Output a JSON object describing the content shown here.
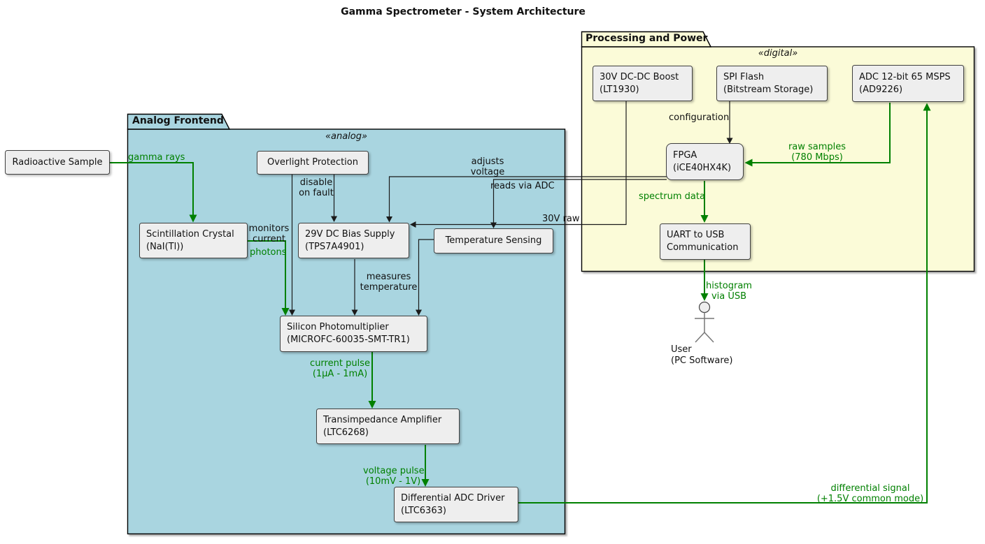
{
  "title": "Gamma Spectrometer - System Architecture",
  "colors": {
    "edge_green": "#008000",
    "edge_black": "#1a1a1a",
    "analog_fill": "#A9D5E0",
    "digital_fill": "#FBFBD8",
    "node_fill": "#EEEEEE"
  },
  "packages": {
    "analog": {
      "name": "Analog Frontend",
      "stereotype": "«analog»"
    },
    "digital": {
      "name": "Processing and Power",
      "stereotype": "«digital»"
    }
  },
  "nodes": {
    "radioactive_sample": {
      "lines": [
        "Radioactive Sample"
      ]
    },
    "overlight_protection": {
      "lines": [
        "Overlight Protection"
      ]
    },
    "scintillation_crystal": {
      "lines": [
        "Scintillation Crystal",
        "(NaI(Tl))"
      ]
    },
    "bias_supply": {
      "lines": [
        "29V DC Bias Supply",
        "(TPS7A4901)"
      ]
    },
    "temperature_sensing": {
      "lines": [
        "Temperature Sensing"
      ]
    },
    "sipm": {
      "lines": [
        "Silicon Photomultiplier",
        "(MICROFC-60035-SMT-TR1)"
      ]
    },
    "transimpedance_amplifier": {
      "lines": [
        "Transimpedance Amplifier",
        "(LTC6268)"
      ]
    },
    "adc_driver": {
      "lines": [
        "Differential ADC Driver",
        "(LTC6363)"
      ]
    },
    "dcdc_boost": {
      "lines": [
        "30V DC-DC Boost",
        "(LT1930)"
      ]
    },
    "spi_flash": {
      "lines": [
        "SPI Flash",
        "(Bitstream Storage)"
      ]
    },
    "adc": {
      "lines": [
        "ADC 12-bit 65 MSPS",
        "(AD9226)"
      ]
    },
    "fpga": {
      "lines": [
        "FPGA",
        "(iCE40HX4K)"
      ]
    },
    "uart": {
      "lines": [
        "UART to USB",
        "Communication"
      ]
    }
  },
  "actor": {
    "lines": [
      "User",
      "(PC Software)"
    ]
  },
  "edge_labels": {
    "gamma_rays": [
      "gamma rays"
    ],
    "photons": [
      "photons"
    ],
    "monitors_current": [
      "monitors",
      "current"
    ],
    "disable_on_fault": [
      "disable",
      "on fault"
    ],
    "adjusts_voltage": [
      "adjusts",
      "voltage"
    ],
    "reads_via_adc": [
      "reads via ADC"
    ],
    "raw_30v": [
      "30V raw"
    ],
    "measures_temperature": [
      "measures",
      "temperature"
    ],
    "current_pulse": [
      "current pulse",
      "(1µA - 1mA)"
    ],
    "voltage_pulse": [
      "voltage pulse",
      "(10mV - 1V)"
    ],
    "differential_signal": [
      "differential signal",
      "(+1.5V common mode)"
    ],
    "configuration": [
      "configuration"
    ],
    "raw_samples": [
      "raw samples",
      "(780 Mbps)"
    ],
    "spectrum_data": [
      "spectrum data"
    ],
    "histogram_via_usb": [
      "histogram",
      "via USB"
    ]
  }
}
